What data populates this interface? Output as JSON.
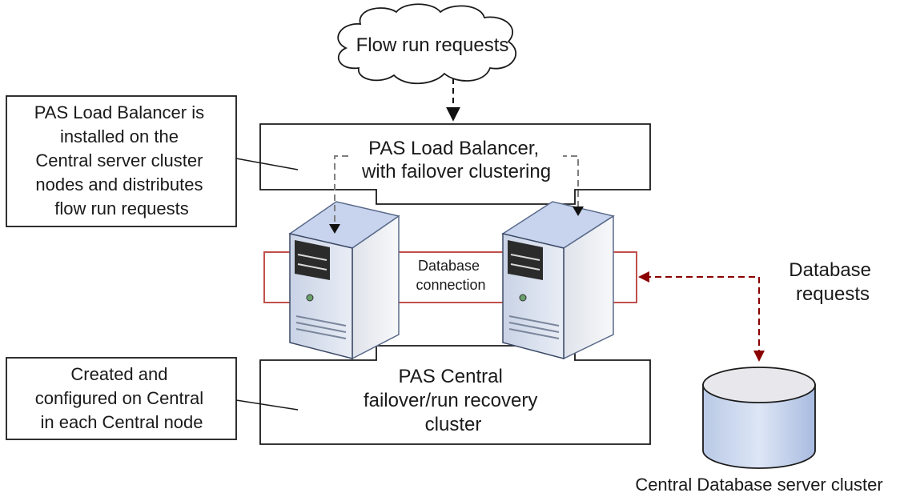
{
  "cloud": {
    "label": "Flow run requests"
  },
  "load_balancer": {
    "lines": [
      "PAS Load Balancer,",
      "with failover clustering"
    ]
  },
  "central_cluster": {
    "lines": [
      "PAS Central",
      "failover/run recovery",
      "cluster"
    ]
  },
  "callout_top": {
    "lines": [
      "PAS Load Balancer is",
      "installed on the",
      "Central server cluster",
      "nodes and distributes",
      "flow run requests"
    ]
  },
  "callout_bottom": {
    "lines": [
      "Created and",
      "configured on Central",
      "in each Central node"
    ]
  },
  "db_connection": {
    "lines": [
      "Database",
      "connection"
    ]
  },
  "db_requests": {
    "lines": [
      "Database",
      "requests"
    ]
  },
  "database": {
    "label": "Central Database server cluster"
  },
  "colors": {
    "red_line": "#c0504d",
    "dark_red_arrow": "#8b0000",
    "server_side": "#e8ebf2",
    "server_face": "#f4f5f8",
    "db_top": "#e6e6ea",
    "db_body": "#c9d6ec"
  },
  "icons": [
    "cloud-shape",
    "server-icon",
    "server-icon",
    "database-cylinder-icon"
  ]
}
